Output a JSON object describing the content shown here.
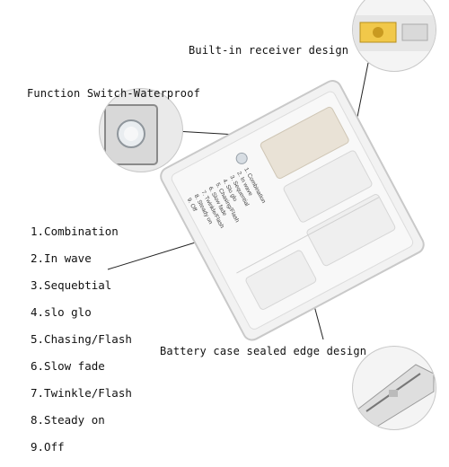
{
  "callouts": {
    "receiver": "Built-in receiver design",
    "switch": "Function Switch-Waterproof",
    "battery_edge": "Battery case sealed edge design"
  },
  "modes": [
    "1.Combination",
    "2.In wave",
    "3.Sequebtial",
    "4.slo glo",
    "5.Chasing/Flash",
    "6.Slow fade",
    "7.Twinkle/Flash",
    "8.Steady on",
    "9.Off"
  ],
  "case_print": [
    "1. Combination",
    "2. In wave",
    "3. Sequential",
    "4. Slo glo",
    "5. Chasing/Flash",
    "6. Slow fade",
    "7. Twinkle/Flash",
    "8. Steady on",
    "9. Off"
  ]
}
